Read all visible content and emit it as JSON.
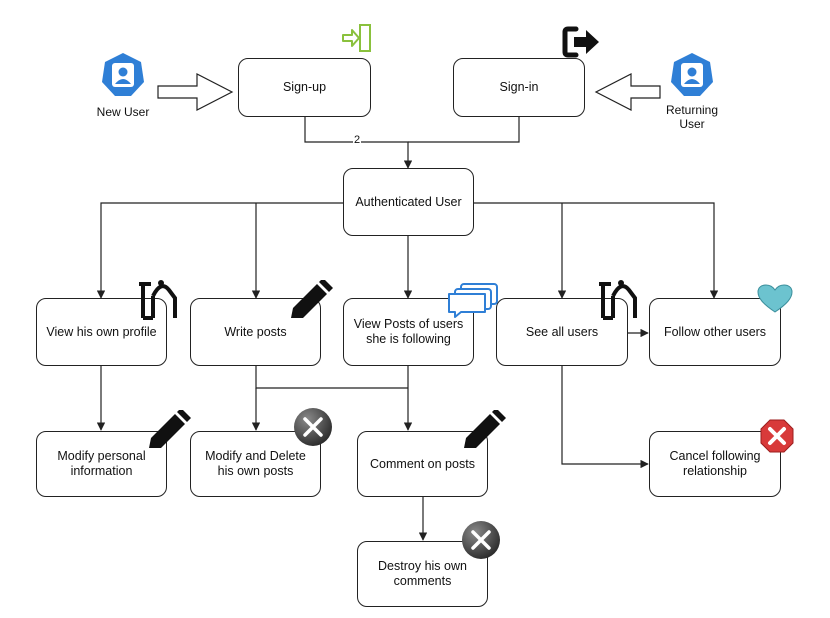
{
  "nodes": {
    "signup": "Sign-up",
    "signin": "Sign-in",
    "auth": "Authenticated User",
    "view_profile": "View his own profile",
    "write_posts": "Write posts",
    "view_posts_l1": "View Posts of users",
    "view_posts_l2": "she is following",
    "see_users": "See all users",
    "follow_users": "Follow other users",
    "modify_info_l1": "Modify personal",
    "modify_info_l2": "information",
    "modify_posts_l1": "Modify and Delete",
    "modify_posts_l2": "his own posts",
    "comment": "Comment  on posts",
    "cancel_l1": "Cancel following",
    "cancel_l2": "relationship",
    "destroy_l1": "Destroy his own",
    "destroy_l2": "comments"
  },
  "actors": {
    "new_user": "New User",
    "returning_user_l1": "Returning",
    "returning_user_l2": "User"
  },
  "edge_labels": {
    "merge": "2"
  },
  "icons": {
    "new_user": "user-badge-icon",
    "returning_user": "user-badge-icon",
    "signup": "sign-in-door-icon",
    "signin": "sign-out-arrow-icon",
    "view_profile": "bucket-icon",
    "write_posts": "pencil-icon",
    "view_posts": "chat-bubbles-icon",
    "see_users": "bucket-icon",
    "follow_users": "heart-icon",
    "modify_info": "pencil-icon",
    "modify_posts": "delete-x-icon",
    "comment": "pencil-icon",
    "cancel": "red-x-icon",
    "destroy": "delete-x-icon"
  },
  "colors": {
    "actor_blue": "#2f7fd6",
    "heart": "#6cc3cf",
    "cancel_red": "#d83a3a",
    "signup_green": "#8ac13d",
    "line": "#222222"
  }
}
